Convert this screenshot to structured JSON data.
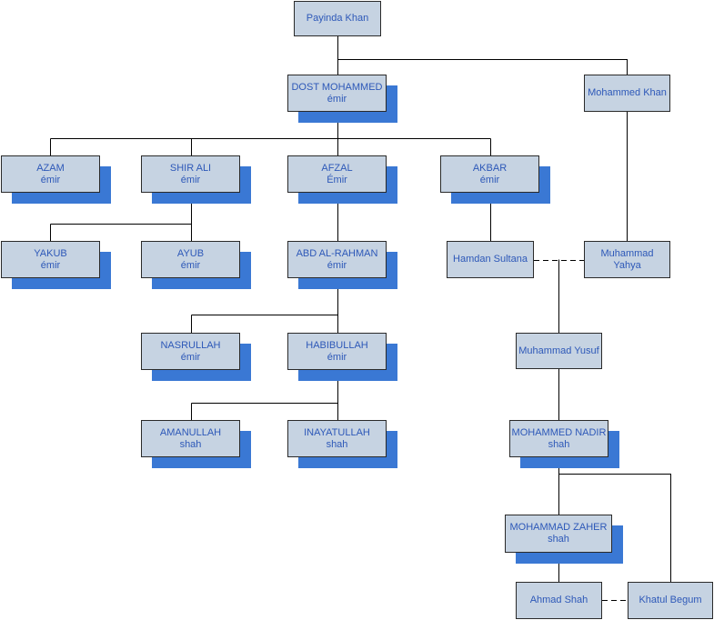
{
  "nodes": {
    "payinda": {
      "name": "Payinda Khan",
      "title": ""
    },
    "dost": {
      "name": "DOST MOHAMMED",
      "title": "émir"
    },
    "mkhan": {
      "name": "Mohammed Khan",
      "title": ""
    },
    "azam": {
      "name": "AZAM",
      "title": "émir"
    },
    "shirali": {
      "name": "SHIR ALI",
      "title": "émir"
    },
    "afzal": {
      "name": "AFZAL",
      "title": "Émir"
    },
    "akbar": {
      "name": "AKBAR",
      "title": "émir"
    },
    "yakub": {
      "name": "YAKUB",
      "title": "émir"
    },
    "ayub": {
      "name": "AYUB",
      "title": "émir"
    },
    "abd": {
      "name": "ABD AL-RAHMAN",
      "title": "émir"
    },
    "hamdan": {
      "name": "Hamdan Sultana",
      "title": ""
    },
    "yahya": {
      "name": "Muhammad",
      "title": "Yahya"
    },
    "nasrullah": {
      "name": "NASRULLAH",
      "title": "émir"
    },
    "habibullah": {
      "name": "HABIBULLAH",
      "title": "émir"
    },
    "yusuf": {
      "name": "Muhammad Yusuf",
      "title": ""
    },
    "amanullah": {
      "name": "AMANULLAH",
      "title": "shah"
    },
    "inayatullah": {
      "name": "INAYATULLAH",
      "title": "shah"
    },
    "nadir": {
      "name": "MOHAMMED NADIR",
      "title": "shah"
    },
    "zaher": {
      "name": "MOHAMMAD ZAHER",
      "title": "shah"
    },
    "ahmad": {
      "name": "Ahmad Shah",
      "title": ""
    },
    "khatul": {
      "name": "Khatul Begum",
      "title": ""
    }
  },
  "colors": {
    "box_fill": "#c6d3e2",
    "shadow": "#3a78d4",
    "text": "#2d58b8",
    "line": "#000000"
  }
}
